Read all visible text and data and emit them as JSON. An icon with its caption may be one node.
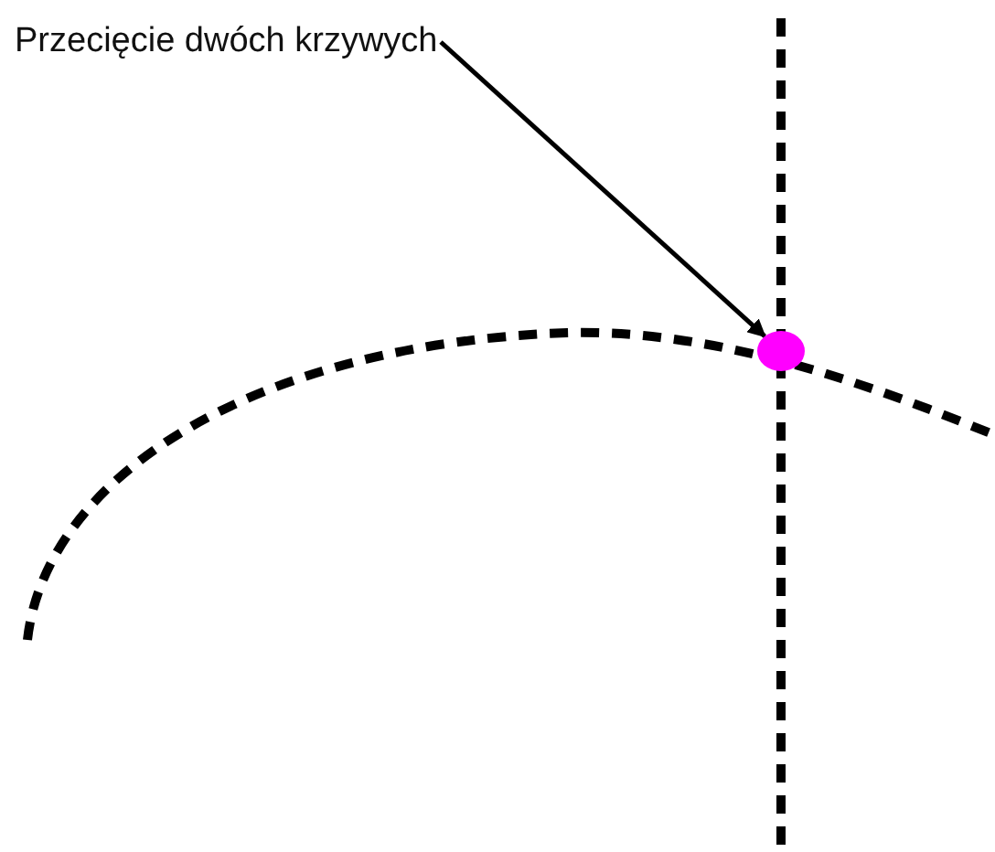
{
  "diagram": {
    "nodes": [
      {
        "text": [
          "Przecięcie dwóch krzywych"
        ]
      },
      {
        "text": [],
        "shape": "circle"
      }
    ],
    "edges": [
      {
        "from": 0,
        "to": 1,
        "arrow": "to"
      }
    ]
  }
}
